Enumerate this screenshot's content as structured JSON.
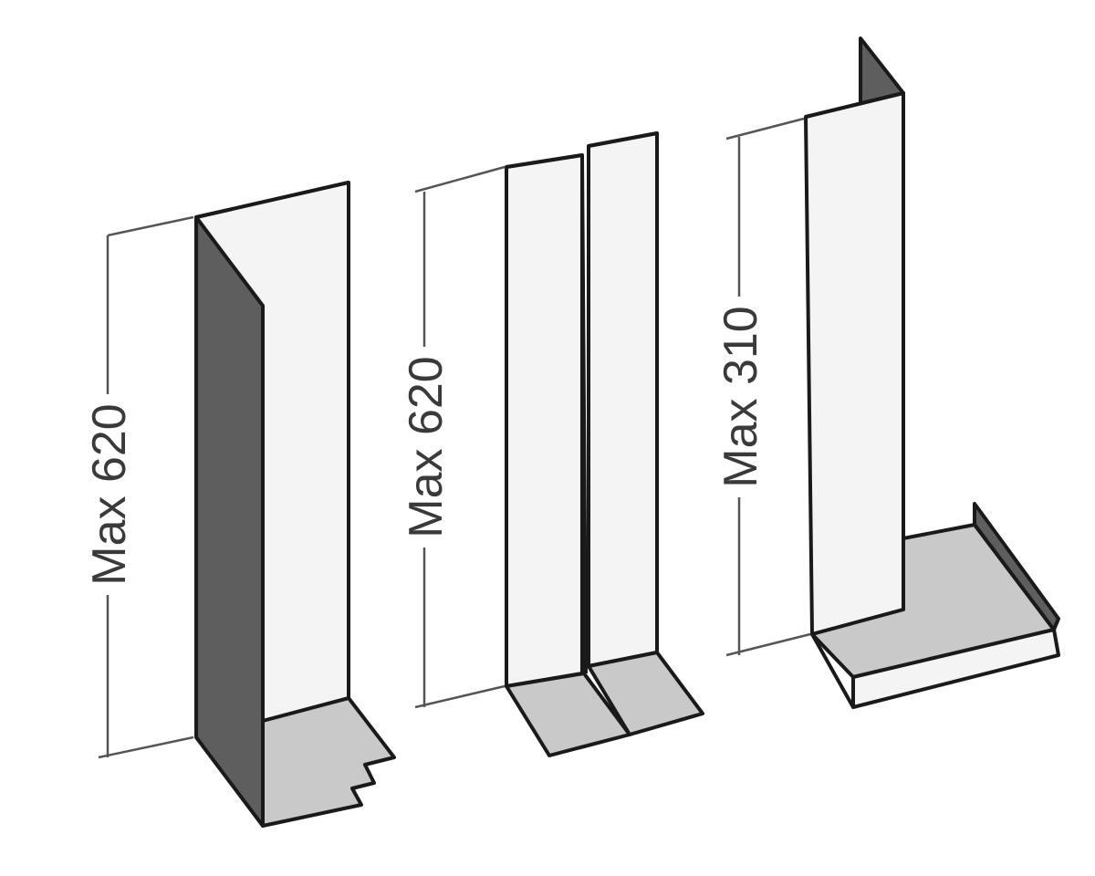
{
  "dimensions": {
    "left": "Max 620",
    "middle": "Max 620",
    "right": "Max 310"
  },
  "colors": {
    "panel_face": "#f4f4f4",
    "panel_dark": "#5e5e5e",
    "floor": "#c9c9c9",
    "edge": "#1a1a1a",
    "dim_line": "#555555"
  }
}
